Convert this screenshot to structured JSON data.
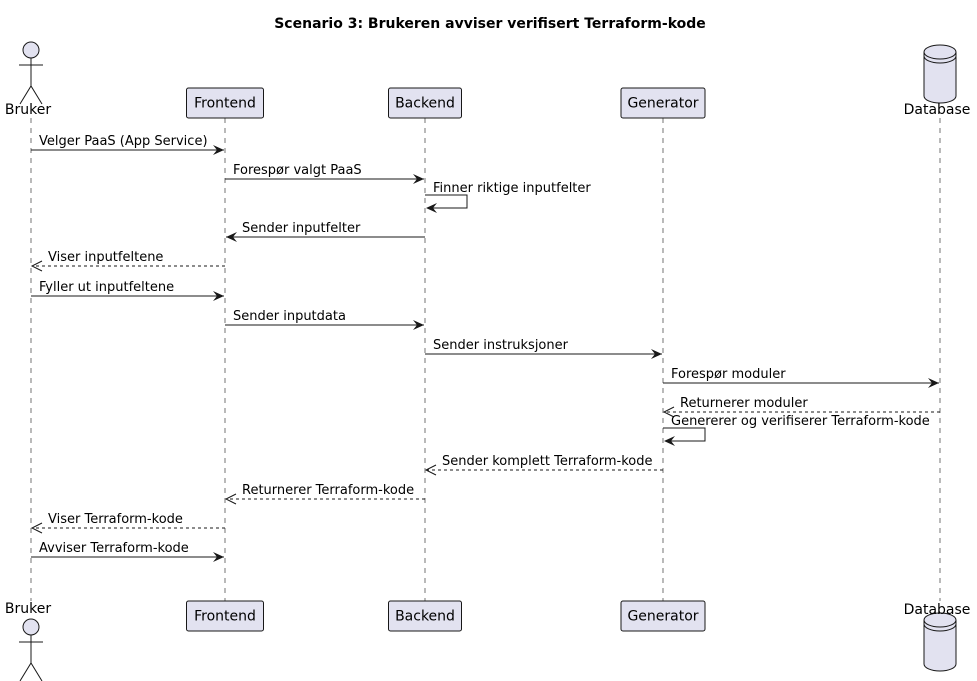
{
  "title": "Scenario 3: Brukeren avviser verifisert Terraform-kode",
  "participants": [
    {
      "id": "bruker",
      "label": "Bruker",
      "kind": "actor"
    },
    {
      "id": "frontend",
      "label": "Frontend",
      "kind": "participant"
    },
    {
      "id": "backend",
      "label": "Backend",
      "kind": "participant"
    },
    {
      "id": "generator",
      "label": "Generator",
      "kind": "participant"
    },
    {
      "id": "database",
      "label": "Database",
      "kind": "database"
    }
  ],
  "messages": [
    {
      "from": "bruker",
      "to": "frontend",
      "label": "Velger PaaS (App Service)",
      "style": "solid"
    },
    {
      "from": "frontend",
      "to": "backend",
      "label": "Forespør valgt PaaS",
      "style": "solid"
    },
    {
      "from": "backend",
      "to": "backend",
      "label": "Finner riktige inputfelter",
      "style": "solid"
    },
    {
      "from": "backend",
      "to": "frontend",
      "label": "Sender inputfelter",
      "style": "solid"
    },
    {
      "from": "frontend",
      "to": "bruker",
      "label": "Viser inputfeltene",
      "style": "dashed"
    },
    {
      "from": "bruker",
      "to": "frontend",
      "label": "Fyller ut inputfeltene",
      "style": "solid"
    },
    {
      "from": "frontend",
      "to": "backend",
      "label": "Sender inputdata",
      "style": "solid"
    },
    {
      "from": "backend",
      "to": "generator",
      "label": "Sender instruksjoner",
      "style": "solid"
    },
    {
      "from": "generator",
      "to": "database",
      "label": "Forespør moduler",
      "style": "solid"
    },
    {
      "from": "database",
      "to": "generator",
      "label": "Returnerer moduler",
      "style": "dashed"
    },
    {
      "from": "generator",
      "to": "generator",
      "label": "Genererer og verifiserer Terraform-kode",
      "style": "solid"
    },
    {
      "from": "generator",
      "to": "backend",
      "label": "Sender komplett Terraform-kode",
      "style": "dashed"
    },
    {
      "from": "backend",
      "to": "frontend",
      "label": "Returnerer Terraform-kode",
      "style": "dashed"
    },
    {
      "from": "frontend",
      "to": "bruker",
      "label": "Viser Terraform-kode",
      "style": "dashed"
    },
    {
      "from": "bruker",
      "to": "frontend",
      "label": "Avviser Terraform-kode",
      "style": "solid"
    }
  ]
}
